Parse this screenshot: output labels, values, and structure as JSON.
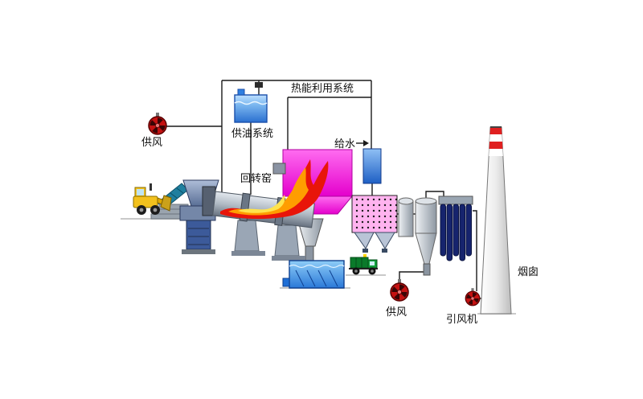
{
  "diagram": {
    "title": "rotary-kiln-incineration-flow-diagram",
    "labels": {
      "air_supply_top": "供风",
      "oil_supply_system": "供油系统",
      "heat_utilization_system": "热能利用系统",
      "feed_water": "给水",
      "rotary_kiln": "回转窑",
      "air_supply_bottom": "供风",
      "induced_draft_fan": "引风机",
      "chimney": "烟囱"
    },
    "colors": {
      "chamber_magenta": "#f020d8",
      "flame_red": "#e8150a",
      "flame_orange": "#ff9d00",
      "flame_yellow": "#ffe34d",
      "fan_red": "#c41111",
      "oil_tank_blue": "#2a6fd0",
      "water_tank_blue": "#2a78d8",
      "bag_filter_navy": "#16246e",
      "loader_yellow": "#f2c11d",
      "truck_green": "#0a7a2a",
      "chimney_band_red": "#e02020"
    }
  }
}
